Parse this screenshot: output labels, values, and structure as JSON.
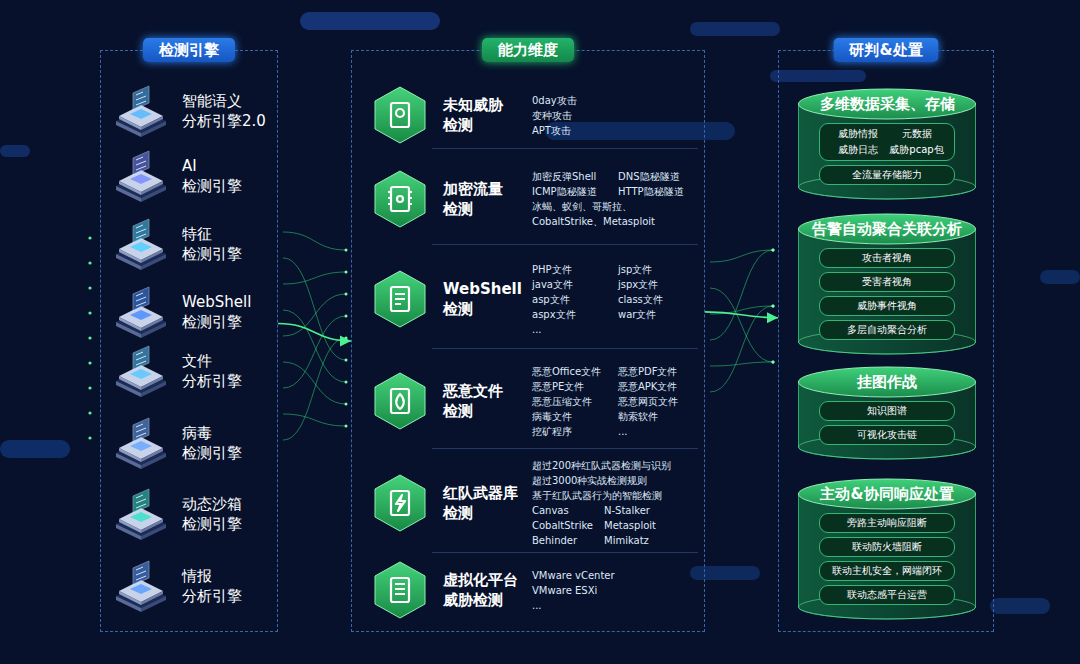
{
  "diagram": {
    "nodes": [
      {
        "text": [
          "检测引擎"
        ]
      },
      {
        "text": [
          "智能语义 分析引擎2.0"
        ],
        "in": 0
      },
      {
        "text": [
          "AI 检测引擎"
        ],
        "in": 0
      },
      {
        "text": [
          "特征 检测引擎"
        ],
        "in": 0
      },
      {
        "text": [
          "WebShell 检测引擎"
        ],
        "in": 0
      },
      {
        "text": [
          "文件 分析引擎"
        ],
        "in": 0
      },
      {
        "text": [
          "病毒 检测引擎"
        ],
        "in": 0
      },
      {
        "text": [
          "动态沙箱 检测引擎"
        ],
        "in": 0
      },
      {
        "text": [
          "情报 分析引擎"
        ],
        "in": 0
      },
      {
        "text": [
          "能力维度"
        ]
      },
      {
        "text": [
          "未知威胁 检测",
          "0day攻击",
          "变种攻击",
          "APT攻击"
        ],
        "in": 9
      },
      {
        "text": [
          "加密流量 检测",
          "加密反弹Shell",
          "DNS隐秘隧道",
          "ICMP隐秘隧道",
          "HTTP隐秘隧道",
          "冰蝎、蚁剑、哥斯拉、 CobaltStrike、Metasploit"
        ],
        "in": 9
      },
      {
        "text": [
          "WebShell 检测",
          "PHP文件",
          "jsp文件",
          "java文件",
          "jspx文件",
          "asp文件",
          "class文件",
          "aspx文件",
          "war文件",
          "..."
        ],
        "in": 9
      },
      {
        "text": [
          "恶意文件 检测",
          "恶意Office文件",
          "恶意PDF文件",
          "恶意PE文件",
          "恶意APK文件",
          "恶意压缩文件",
          "恶意网页文件",
          "病毒文件",
          "勒索软件",
          "挖矿程序",
          "..."
        ],
        "in": 9
      },
      {
        "text": [
          "红队武器库 检测",
          "超过200种红队武器检测与识别",
          "超过3000种实战检测规则",
          "基于红队武器行为的智能检测",
          "Canvas",
          "N-Stalker",
          "CobaltStrike",
          "Metasploit",
          "Behinder",
          "Mimikatz"
        ],
        "in": 9
      },
      {
        "text": [
          "虚拟化平台 威胁检测",
          "VMware vCenter",
          "VMware ESXi",
          "..."
        ],
        "in": 9
      },
      {
        "text": [
          "研判&处置"
        ]
      },
      {
        "text": [
          "多维数据采集、存储"
        ],
        "in": 16
      },
      {
        "text": [
          "威胁情报",
          "元数据",
          "威胁日志",
          "威胁pcap包"
        ],
        "in": 17
      },
      {
        "text": [
          "全流量存储能力"
        ],
        "in": 17
      },
      {
        "text": [
          "告警自动聚合关联分析"
        ],
        "in": 16
      },
      {
        "text": [
          "攻击者视角"
        ],
        "in": 20
      },
      {
        "text": [
          "受害者视角"
        ],
        "in": 20
      },
      {
        "text": [
          "威胁事件视角"
        ],
        "in": 20
      },
      {
        "text": [
          "多层自动聚合分析"
        ],
        "in": 20
      },
      {
        "text": [
          "挂图作战"
        ],
        "in": 16
      },
      {
        "text": [
          "知识图谱"
        ],
        "in": 25
      },
      {
        "text": [
          "可视化攻击链"
        ],
        "in": 25
      },
      {
        "text": [
          "主动&协同响应处置"
        ],
        "in": 16
      },
      {
        "text": [
          "旁路主动响应阻断"
        ],
        "in": 28
      },
      {
        "text": [
          "联动防火墙阻断"
        ],
        "in": 28
      },
      {
        "text": [
          "联动主机安全，网端闭环"
        ],
        "in": 28
      },
      {
        "text": [
          "联动态感平台运营"
        ],
        "in": 28
      }
    ],
    "edges": [
      {
        "from": 0,
        "to": 9,
        "arrow": "to"
      },
      {
        "from": 9,
        "to": 16,
        "arrow": "to"
      }
    ]
  }
}
